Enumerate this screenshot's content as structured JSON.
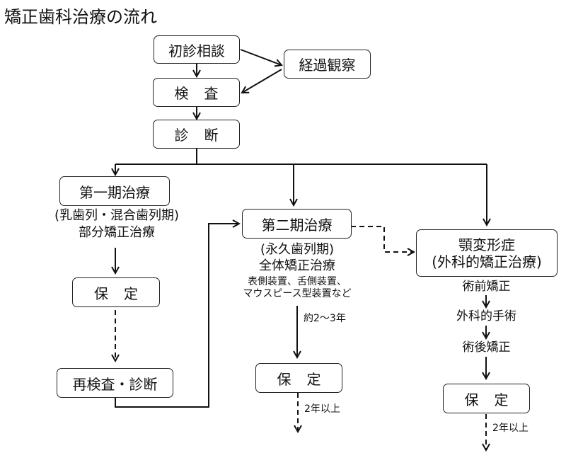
{
  "title": "矯正歯科治療の流れ",
  "nodes": {
    "initial_consultation": "初診相談",
    "observation": "経過観察",
    "examination": "検査",
    "diagnosis": "診断",
    "phase1": "第一期治療",
    "phase1_note1": "(乳歯列・混合歯列期)",
    "phase1_note2": "部分矯正治療",
    "retention1": "保定",
    "reexam": "再検査・診断",
    "phase2": "第二期治療",
    "phase2_note1": "(永久歯列期)",
    "phase2_note2": "全体矯正治療",
    "phase2_note3": "表側装置、舌側装置、",
    "phase2_note4": "マウスピース型装置など",
    "phase2_duration": "約2〜3年",
    "retention2": "保定",
    "retention2_duration": "2年以上",
    "jaw_deformity": "顎変形症",
    "jaw_deformity_note": "(外科的矯正治療)",
    "pre_surgical": "術前矯正",
    "surgery": "外科的手術",
    "post_surgical": "術後矯正",
    "retention3": "保定",
    "retention3_duration": "2年以上"
  }
}
